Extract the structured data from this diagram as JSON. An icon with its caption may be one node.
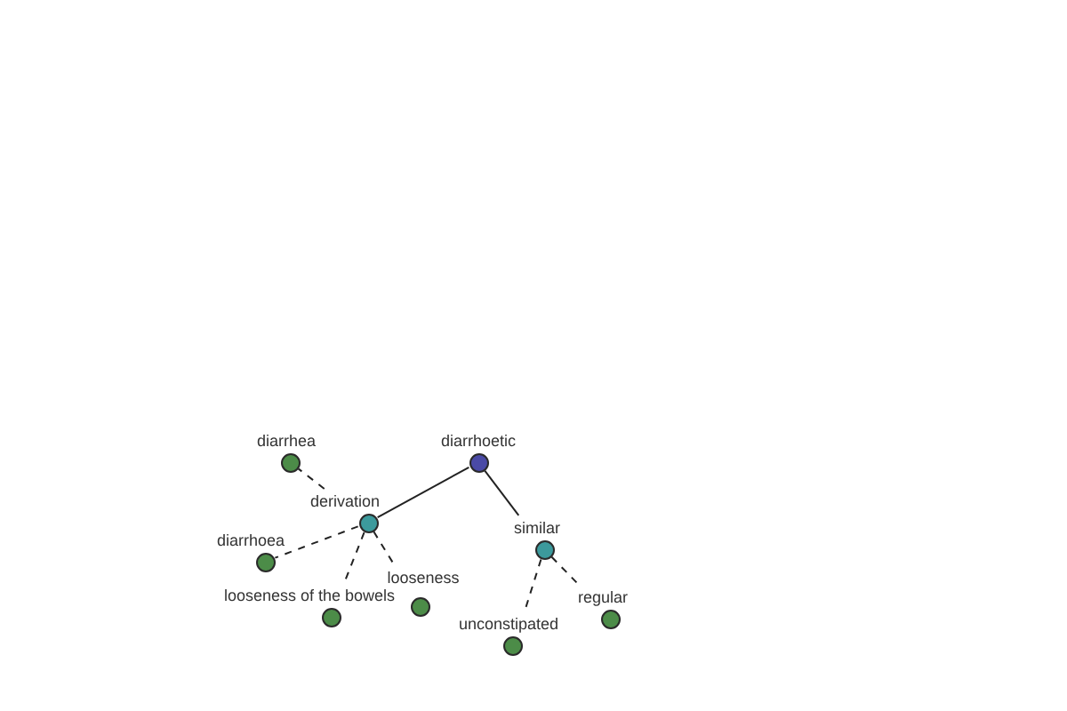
{
  "diagram": {
    "nodes": [
      {
        "text": [
          "diarrhoetic"
        ]
      },
      {
        "text": [
          "derivation"
        ]
      },
      {
        "text": [
          "similar"
        ]
      },
      {
        "text": [
          "diarrhea"
        ]
      },
      {
        "text": [
          "diarrhoea"
        ]
      },
      {
        "text": [
          "looseness of the bowels"
        ]
      },
      {
        "text": [
          "looseness"
        ]
      },
      {
        "text": [
          "unconstipated"
        ]
      },
      {
        "text": [
          "regular"
        ]
      }
    ],
    "edges": [
      {
        "from": 0,
        "to": 1,
        "arrow": "none"
      },
      {
        "from": 0,
        "to": 2,
        "arrow": "none"
      },
      {
        "from": 1,
        "to": 3,
        "arrow": "none",
        "style": "dashed"
      },
      {
        "from": 1,
        "to": 4,
        "arrow": "none",
        "style": "dashed"
      },
      {
        "from": 1,
        "to": 5,
        "arrow": "none",
        "style": "dashed"
      },
      {
        "from": 1,
        "to": 6,
        "arrow": "none",
        "style": "dashed"
      },
      {
        "from": 2,
        "to": 7,
        "arrow": "none",
        "style": "dashed"
      },
      {
        "from": 2,
        "to": 8,
        "arrow": "none",
        "style": "dashed"
      }
    ]
  }
}
